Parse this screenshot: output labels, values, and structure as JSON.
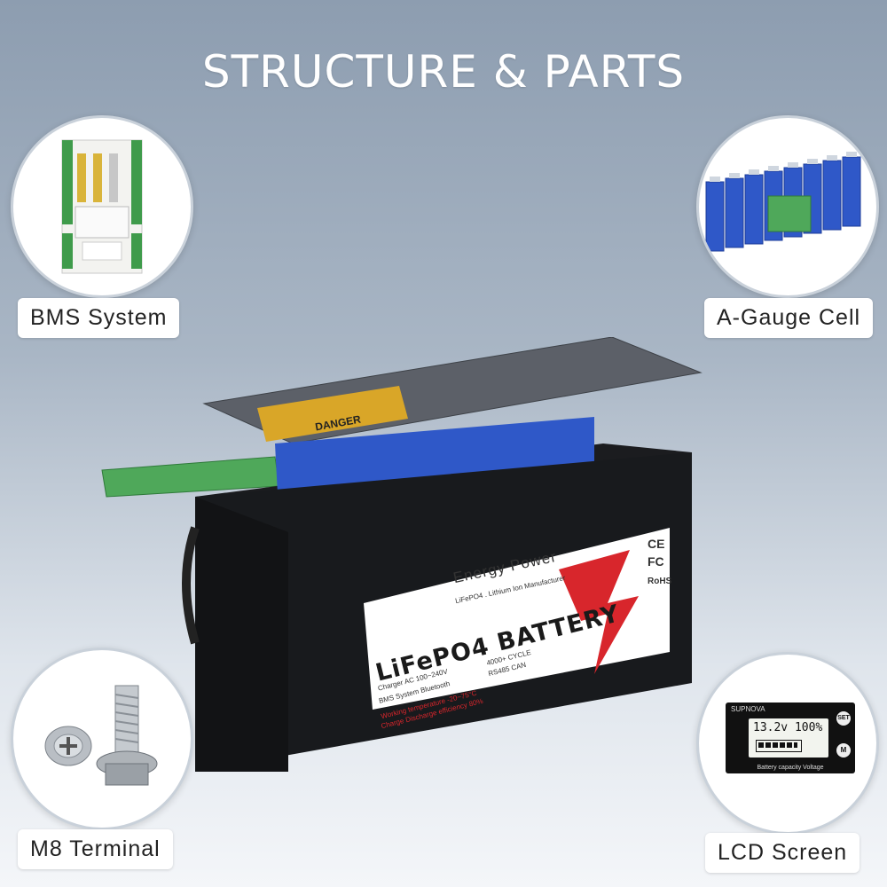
{
  "header": {
    "title": "STRUCTURE & PARTS"
  },
  "parts": [
    {
      "label": "BMS System",
      "icon": "bms-board-icon"
    },
    {
      "label": "A-Gauge Cell",
      "icon": "cell-pack-icon"
    },
    {
      "label": "M8 Terminal",
      "icon": "terminal-screw-icon"
    },
    {
      "label": "LCD Screen",
      "icon": "lcd-display-icon"
    }
  ],
  "lcd": {
    "brand": "SUPNOVA",
    "reading": "13.2v 100%",
    "caption": "Battery capacity Voltage",
    "set_label": "SET",
    "m_label": "M"
  },
  "battery": {
    "brand": "Energy Power",
    "subtitle": "LiFePO4 . Lithium Ion Manufacturer",
    "name": "LiFePO4 BATTERY",
    "spec1": "Charger AC 100~240V",
    "spec2": "BMS System   Bluetooth",
    "spec3": "4000+ CYCLE",
    "spec4": "RS485    CAN",
    "spec5": "Working temperature  -20~75°C",
    "spec6": "Charge Discharge efficiency 80%",
    "warning": "DANGER",
    "cert": [
      "CE",
      "FC",
      "RoHS"
    ]
  },
  "colors": {
    "accent_red": "#d8262c",
    "pcb_green": "#3f9b4b",
    "cell_blue": "#2f58c8"
  }
}
